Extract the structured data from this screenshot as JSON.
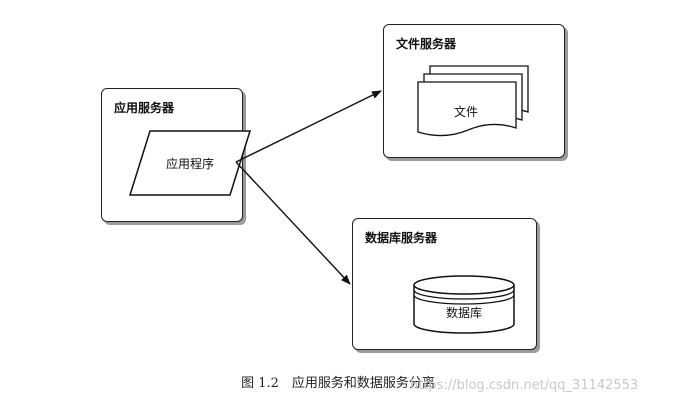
{
  "diagram": {
    "app_server": {
      "title": "应用服务器",
      "program": "应用程序"
    },
    "file_server": {
      "title": "文件服务器",
      "file": "文件"
    },
    "db_server": {
      "title": "数据库服务器",
      "database": "数据库"
    }
  },
  "caption": "图 1.2　应用服务和数据服务分离",
  "watermark": "https://blog.csdn.net/qq_31142553"
}
